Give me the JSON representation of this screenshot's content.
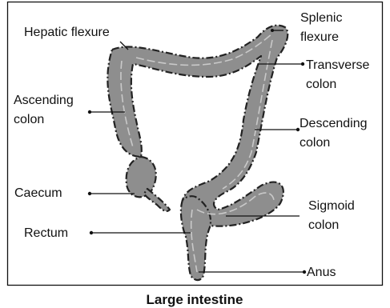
{
  "labels": {
    "hepatic_flexure": "Hepatic flexure",
    "splenic_flexure_1": "Splenic",
    "splenic_flexure_2": "flexure",
    "transverse_colon_1": "Transverse",
    "transverse_colon_2": "colon",
    "ascending_colon_1": "Ascending",
    "ascending_colon_2": "colon",
    "descending_colon_1": "Descending",
    "descending_colon_2": "colon",
    "caecum": "Caecum",
    "sigmoid_colon_1": "Sigmoid",
    "sigmoid_colon_2": "colon",
    "rectum": "Rectum",
    "anus": "Anus"
  },
  "caption": "Large intestine"
}
